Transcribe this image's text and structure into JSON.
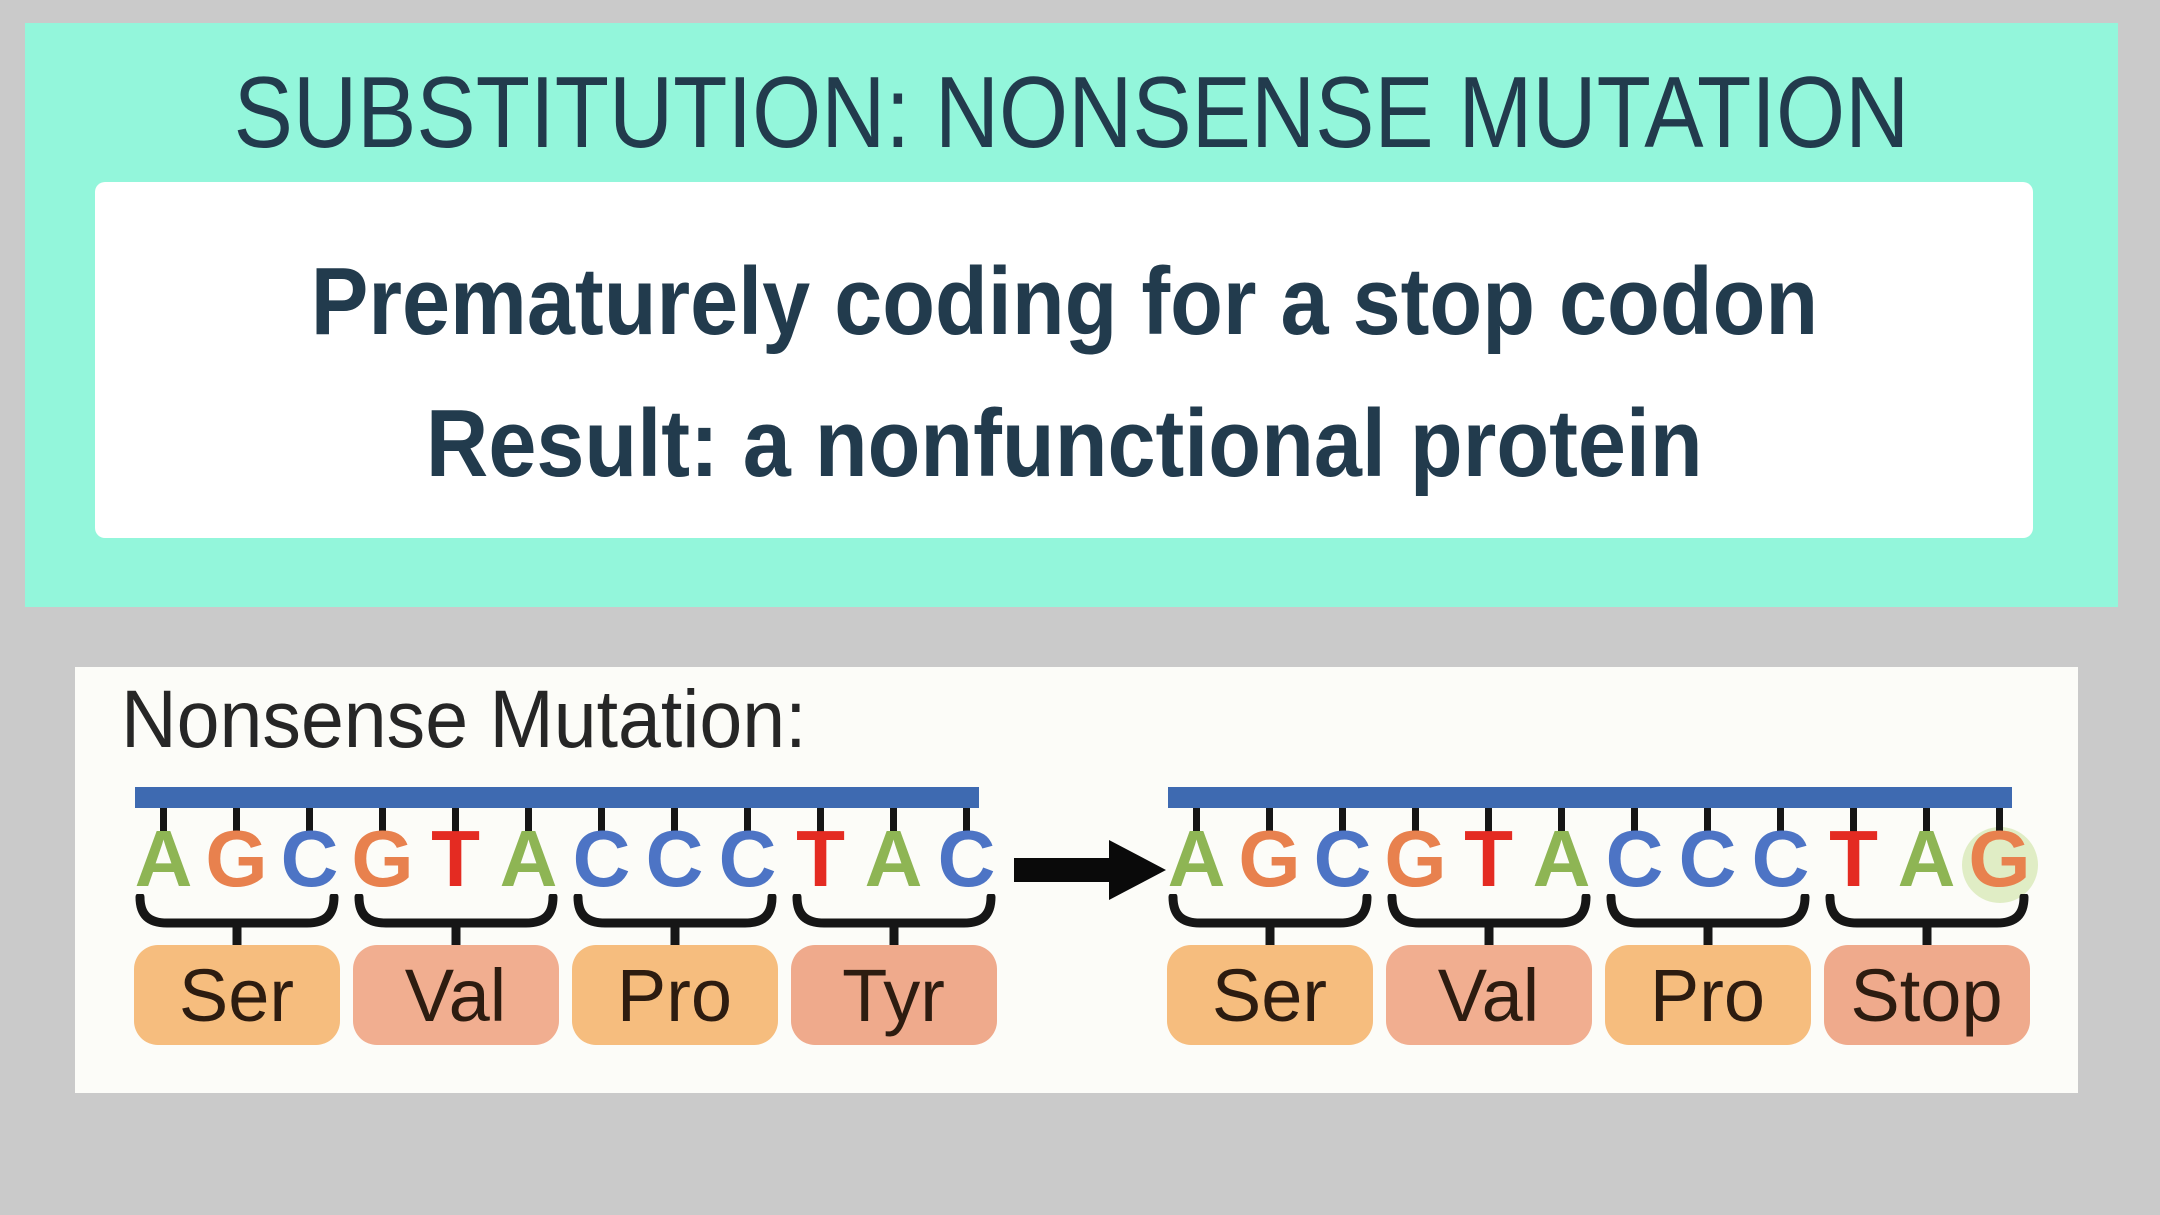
{
  "slide": {
    "title": "SUBSTITUTION: NONSENSE MUTATION",
    "line1": "Prematurely coding for a stop codon",
    "line2": "Result: a nonfunctional protein"
  },
  "colors": {
    "page_bg": "#cacaca",
    "header_bg": "#93f6db",
    "card_bg": "#ffffff",
    "heading_text": "#223b4d",
    "panel_bg": "#fcfcf8",
    "backbone_bar": "#3e6ab1",
    "tick_and_bracket": "#161616",
    "arrow": "#0a0a0a",
    "base_A": "#8eb554",
    "base_G": "#e8814e",
    "base_C": "#4d74c5",
    "base_T": "#e42b22",
    "highlight_halo": "#e0edc5",
    "amino_text": "#2d1c10"
  },
  "diagram": {
    "label": "Nonsense Mutation:",
    "before": {
      "sequence": [
        "A",
        "G",
        "C",
        "G",
        "T",
        "A",
        "C",
        "C",
        "C",
        "T",
        "A",
        "C"
      ],
      "codons": [
        {
          "label": "Ser",
          "fill": "#f6bd7e"
        },
        {
          "label": "Val",
          "fill": "#f1ae90"
        },
        {
          "label": "Pro",
          "fill": "#f6bd7e"
        },
        {
          "label": "Tyr",
          "fill": "#efaa8c"
        }
      ]
    },
    "after": {
      "sequence": [
        "A",
        "G",
        "C",
        "G",
        "T",
        "A",
        "C",
        "C",
        "C",
        "T",
        "A",
        "G"
      ],
      "highlight_index": 11,
      "codons": [
        {
          "label": "Ser",
          "fill": "#f6bd7e"
        },
        {
          "label": "Val",
          "fill": "#f1ae90"
        },
        {
          "label": "Pro",
          "fill": "#f6bd7e"
        },
        {
          "label": "Stop",
          "fill": "#efaa8c"
        }
      ]
    }
  }
}
